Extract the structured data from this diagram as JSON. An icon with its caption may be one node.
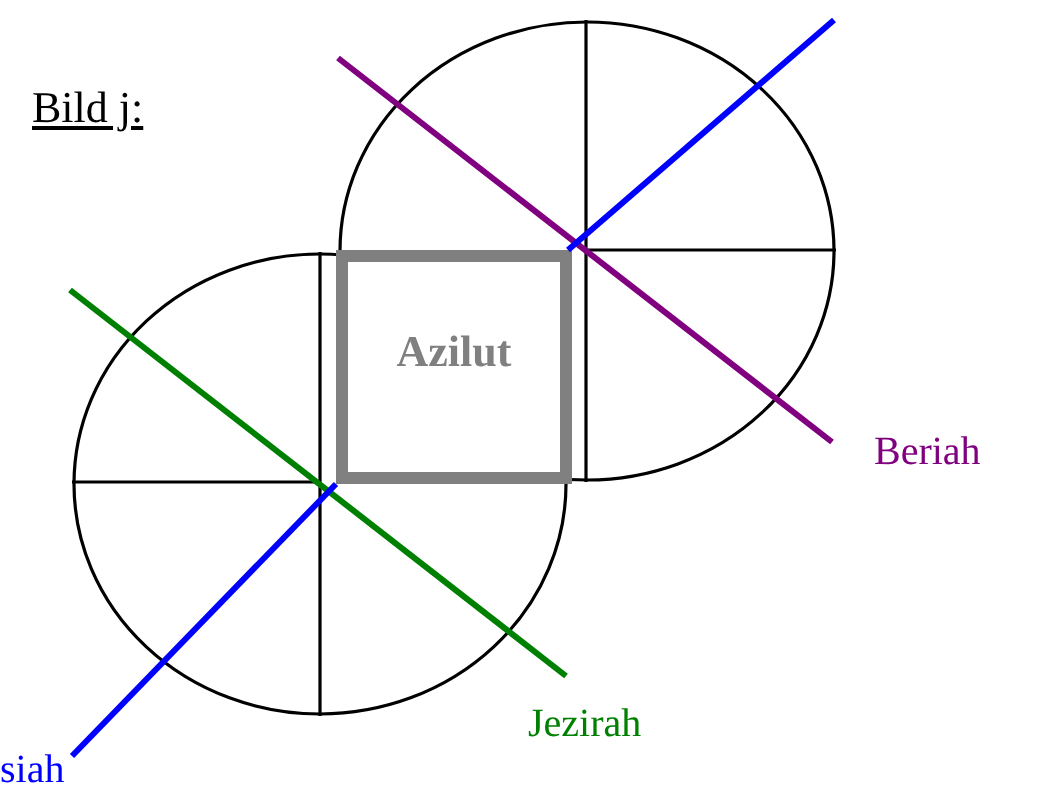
{
  "diagram": {
    "title": "Bild j:",
    "nodes": [
      {
        "text": [],
        "shape": "circle"
      },
      {
        "text": [],
        "shape": "circle"
      },
      {
        "text": [
          "Azilut"
        ]
      }
    ],
    "labels": [
      "Beriah",
      "Jezirah",
      "siah"
    ]
  }
}
